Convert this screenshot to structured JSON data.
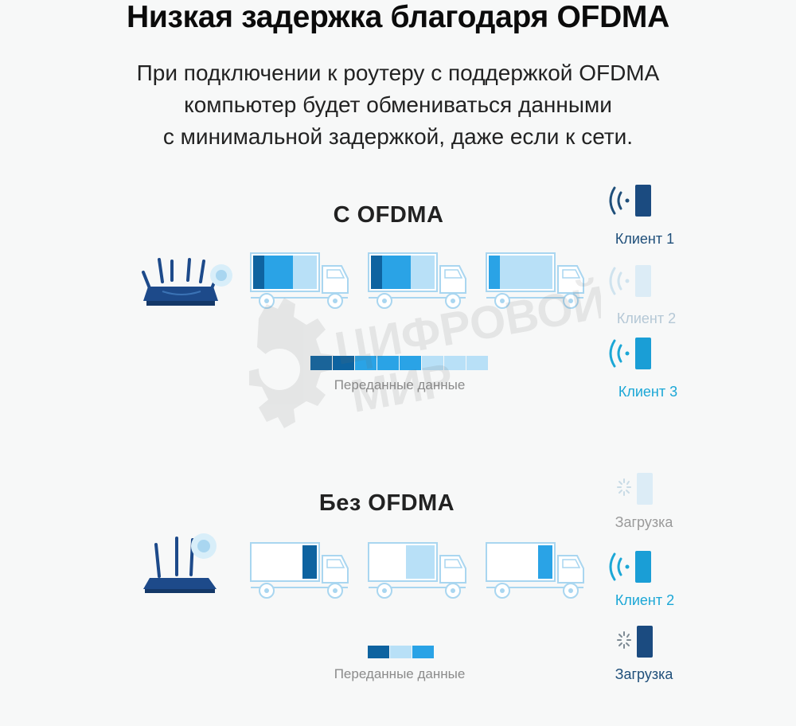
{
  "title": "Низкая задержка благодаря OFDMA",
  "subtitle": {
    "lines": [
      "При подключении к роутеру с поддержкой OFDMA",
      "компьютер будет обмениваться данными",
      "с минимальной задержкой, даже если к сети."
    ]
  },
  "colors": {
    "dark_blue": "#0e63a0",
    "mid_blue": "#2aa3e6",
    "light_blue": "#b8e0f7",
    "outline_blue": "#a9d6f0",
    "navy": "#1d4a8a",
    "client_dark": "#1f4f7a",
    "client_faded": "#b5c8d6",
    "client_cyan": "#1ba7d6",
    "loading_gray": "#9a9a9a"
  },
  "sections": {
    "with": {
      "title": "С OFDMA",
      "legend_label": "Переданные данные",
      "trucks": [
        {
          "segments": [
            "dark",
            "mid",
            "light"
          ]
        },
        {
          "segments": [
            "dark",
            "mid",
            "light"
          ]
        },
        {
          "segments": [
            "mid",
            "light",
            "light"
          ]
        }
      ],
      "legend_segments": [
        "dark",
        "dark",
        "mid",
        "mid",
        "mid",
        "light",
        "light",
        "light"
      ],
      "clients": [
        {
          "label": "Клиент 1",
          "state": "active-dark"
        },
        {
          "label": "Клиент 2",
          "state": "faded"
        },
        {
          "label": "Клиент 3",
          "state": "active-cyan"
        }
      ]
    },
    "without": {
      "title": "Без OFDMA",
      "legend_label": "Переданные данные",
      "trucks": [
        {
          "fill": "dark"
        },
        {
          "fill": "light"
        },
        {
          "fill": "mid"
        }
      ],
      "legend_segments": [
        "dark",
        "light",
        "mid"
      ],
      "clients": [
        {
          "label": "Загрузка",
          "state": "loading"
        },
        {
          "label": "Клиент 2",
          "state": "active-cyan"
        },
        {
          "label": "Загрузка",
          "state": "loading-dark"
        }
      ]
    }
  },
  "watermark": {
    "line1": "ЦИФРОВОЙ",
    "line2": "МИР"
  }
}
